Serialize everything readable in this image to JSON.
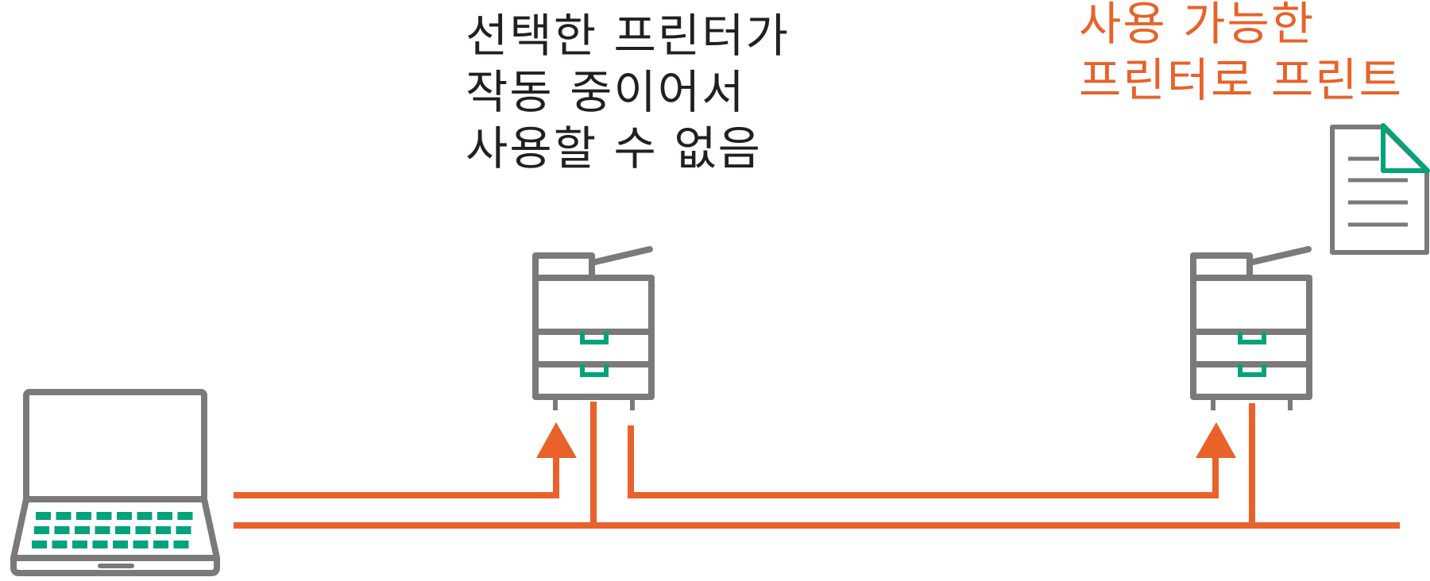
{
  "colors": {
    "outline": "#7a7a7a",
    "accent": "#00a37a",
    "flow": "#e8622a",
    "text": "#231f20"
  },
  "busy_printer": {
    "caption_lines": [
      "선택한 프린터가",
      "작동 중이어서",
      "사용할 수 없음"
    ]
  },
  "available_printer": {
    "caption_lines": [
      "사용 가능한",
      "프린터로 프린트"
    ]
  },
  "icons": {
    "laptop": "laptop-icon",
    "printer": "printer-icon",
    "document": "document-icon"
  }
}
